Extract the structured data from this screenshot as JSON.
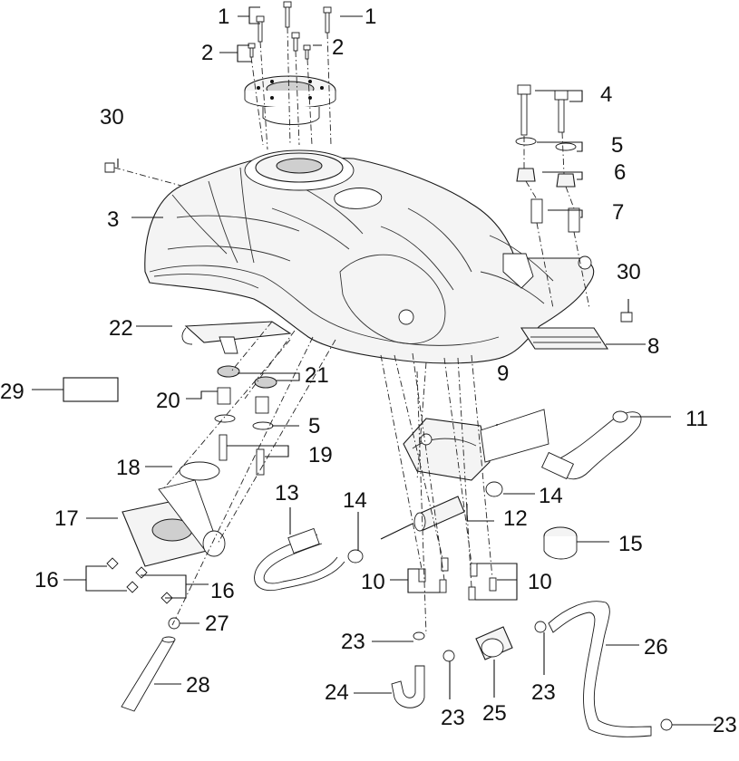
{
  "callouts": {
    "c1a": "1",
    "c1b": "1",
    "c2a": "2",
    "c2b": "2",
    "c3": "3",
    "c4": "4",
    "c5a": "5",
    "c5b": "5",
    "c6": "6",
    "c7": "7",
    "c8": "8",
    "c9": "9",
    "c10a": "10",
    "c10b": "10",
    "c11": "11",
    "c12": "12",
    "c13": "13",
    "c14a": "14",
    "c14b": "14",
    "c15": "15",
    "c16a": "16",
    "c16b": "16",
    "c17": "17",
    "c18": "18",
    "c19": "19",
    "c20": "20",
    "c21": "21",
    "c22": "22",
    "c23a": "23",
    "c23b": "23",
    "c23c": "23",
    "c23d": "23",
    "c24": "24",
    "c25": "25",
    "c26": "26",
    "c27": "27",
    "c28": "28",
    "c29": "29",
    "c30a": "30",
    "c30b": "30"
  }
}
